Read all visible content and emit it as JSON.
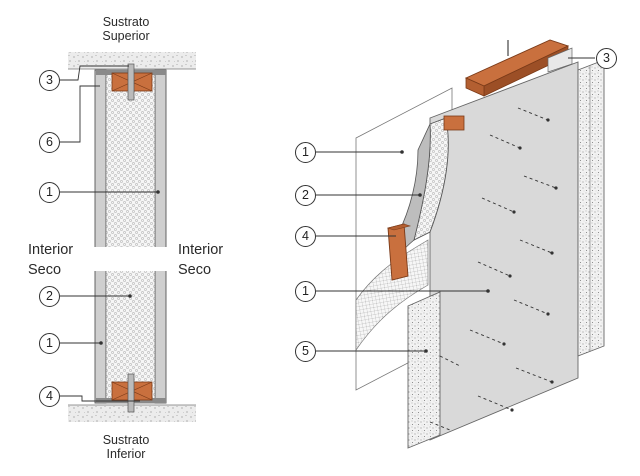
{
  "labels": {
    "top_substrate_line1": "Sustrato",
    "top_substrate_line2": "Superior",
    "bottom_substrate_line1": "Sustrato",
    "bottom_substrate_line2": "Inferior",
    "left_side_line1": "Interior",
    "left_side_line2": "Seco",
    "right_side_line1": "Interior",
    "right_side_line2": "Seco"
  },
  "callouts": {
    "section_view": [
      "3",
      "6",
      "1",
      "2",
      "1",
      "4"
    ],
    "axonometric_view": [
      "3",
      "1",
      "2",
      "4",
      "1",
      "5"
    ]
  },
  "colors": {
    "board": "#cfcfcf",
    "board_edge": "#8a8a8a",
    "insulation": "#f4f4f4",
    "timber": "#c9703e",
    "timber_dark": "#9c4f26",
    "wall_face": "#d9d9d9",
    "concrete": "#e9e9e9"
  }
}
